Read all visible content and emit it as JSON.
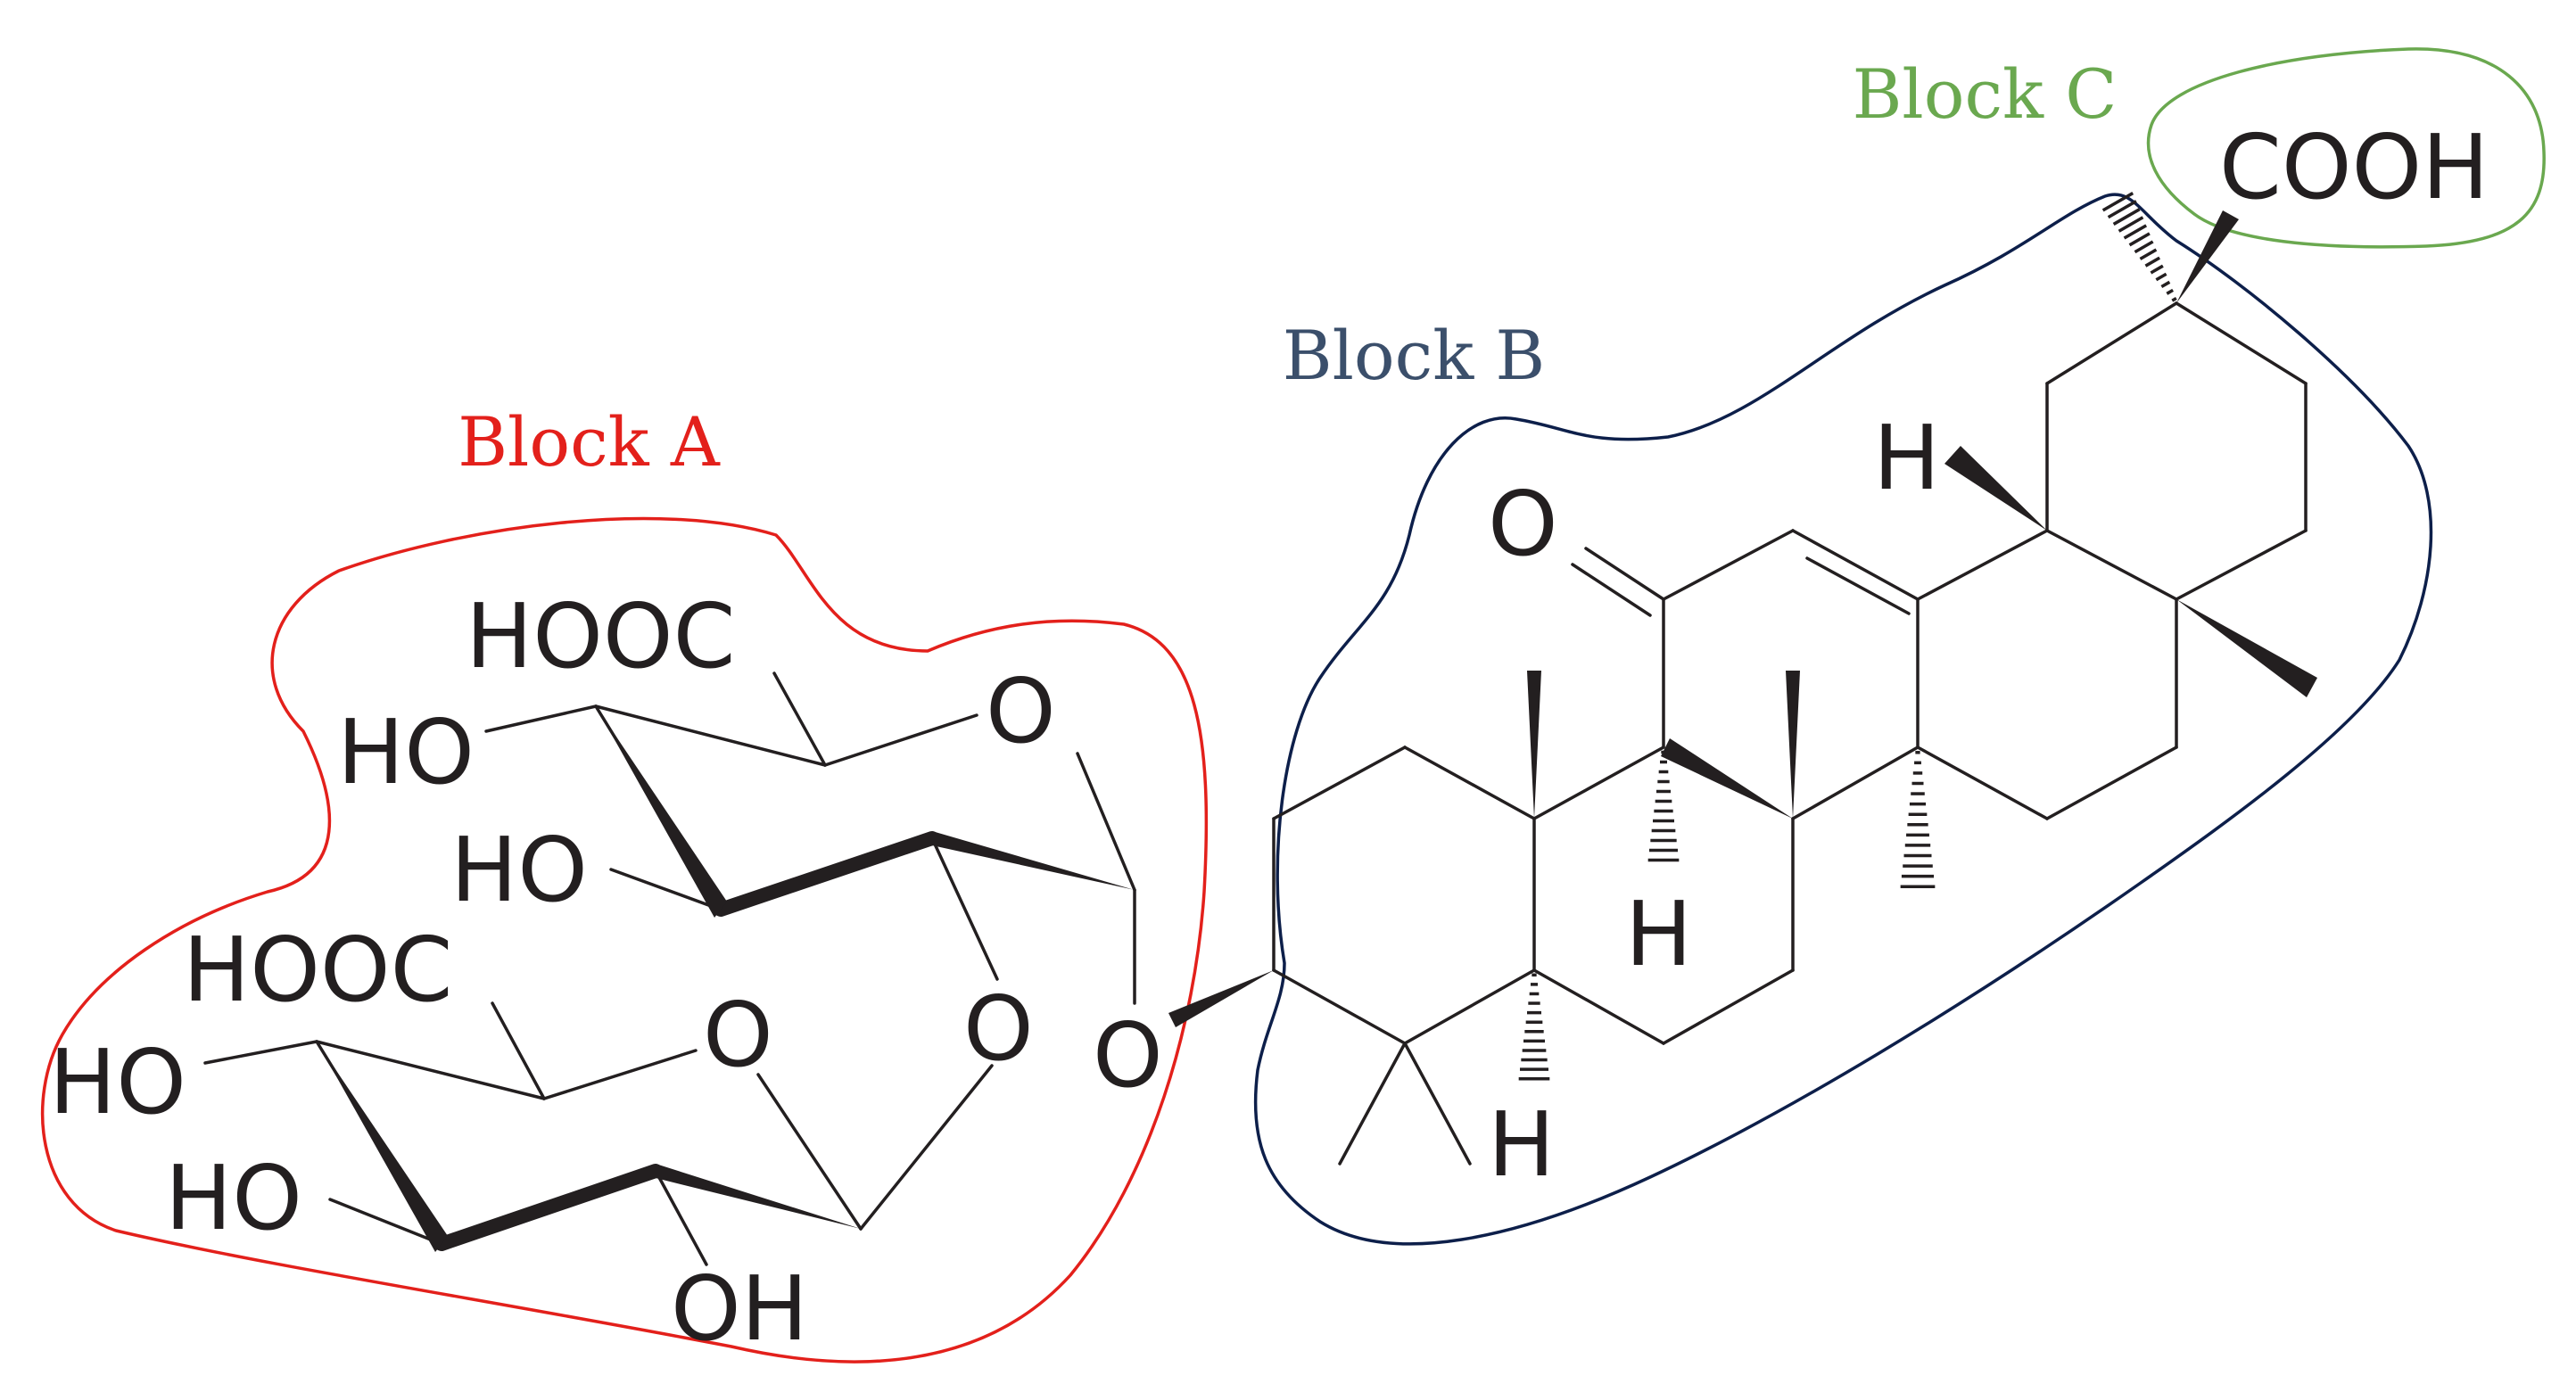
{
  "blocks": {
    "a": {
      "label": "Block A",
      "color": "#e3201b"
    },
    "b": {
      "label": "Block B",
      "color": "#3b4f6b"
    },
    "c": {
      "label": "Block C",
      "color": "#6aa84f"
    }
  },
  "outline_colors": {
    "a": "#e3201b",
    "b": "#0d1f4a",
    "c": "#6aa84f"
  },
  "atoms": {
    "hooc_upper": "HOOC",
    "ho_upper_1": "HO",
    "ho_upper_2": "HO",
    "o_ring_upper": "O",
    "hooc_lower": "HOOC",
    "ho_lower_1": "HO",
    "ho_lower_2": "HO",
    "o_ring_lower": "O",
    "o_link_mid": "O",
    "oh_bottom": "OH",
    "o_glycosidic": "O",
    "o_ketone": "O",
    "h_upper": "H",
    "h_mid": "H",
    "h_lower": "H",
    "cooh": "COOH"
  }
}
